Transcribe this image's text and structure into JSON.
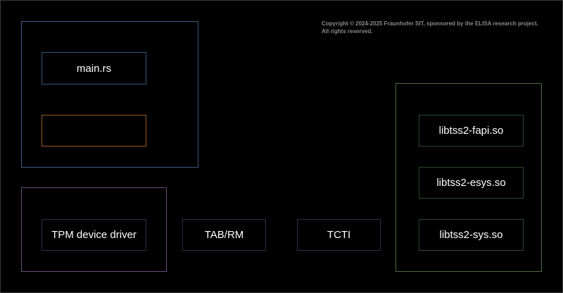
{
  "copyright": {
    "line1": "Copyright © 2024-2025 Fraunhofer SIT, sponsored by the ELISA research project.",
    "line2": "All rights reserved."
  },
  "diagram": {
    "app_group": {
      "color": "#3e5a86",
      "main_label": "main.rs",
      "main_color": "#2f5a82",
      "empty_color": "#9a5a2a"
    },
    "kernel_group": {
      "color": "#6a4a82",
      "driver_label": "TPM device driver",
      "driver_color": "#2a2f4a"
    },
    "tabrm": {
      "label": "TAB/RM",
      "color": "#2a2f4a"
    },
    "tcti": {
      "label": "TCTI",
      "color": "#2a2f4a"
    },
    "libtss_group": {
      "color": "#4a6e3c",
      "box_color": "#2a4a2a",
      "fapi_label": "libtss2-fapi.so",
      "esys_label": "libtss2-esys.so",
      "sys_label": "libtss2-sys.so"
    }
  }
}
